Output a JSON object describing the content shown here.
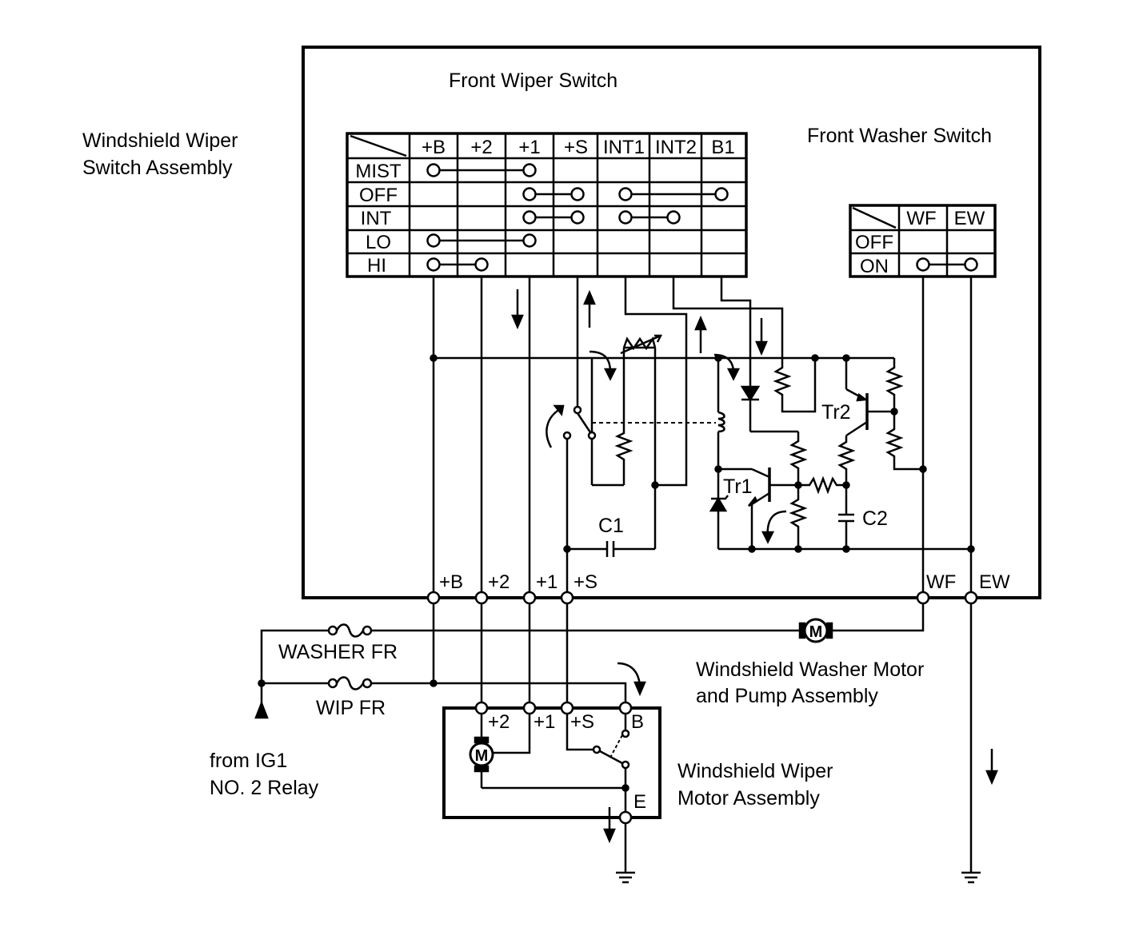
{
  "labels": {
    "wiper_switch_assembly": [
      "Windshield Wiper",
      "Switch Assembly"
    ],
    "front_wiper_switch": "Front Wiper Switch",
    "front_washer_switch": "Front Washer Switch",
    "washer_motor": [
      "Windshield Washer Motor",
      "and Pump Assembly"
    ],
    "wiper_motor": [
      "Windshield Wiper",
      "Motor Assembly"
    ],
    "source": [
      "from IG1",
      "NO. 2 Relay"
    ],
    "fuse_washer": "WASHER FR",
    "fuse_wip": "WIP FR",
    "tr1": "Tr1",
    "tr2": "Tr2",
    "c1": "C1",
    "c2": "C2",
    "motor_symbol": "M"
  },
  "wiper_switch_table": {
    "columns": [
      "+B",
      "+2",
      "+1",
      "+S",
      "INT1",
      "INT2",
      "B1"
    ],
    "rows": [
      "MIST",
      "OFF",
      "INT",
      "LO",
      "HI"
    ]
  },
  "washer_switch_table": {
    "columns": [
      "WF",
      "EW"
    ],
    "rows": [
      "OFF",
      "ON"
    ]
  },
  "terminals": {
    "switch": [
      "+B",
      "+2",
      "+1",
      "+S",
      "WF",
      "EW"
    ],
    "motor": [
      "+2",
      "+1",
      "+S",
      "B",
      "E"
    ]
  }
}
